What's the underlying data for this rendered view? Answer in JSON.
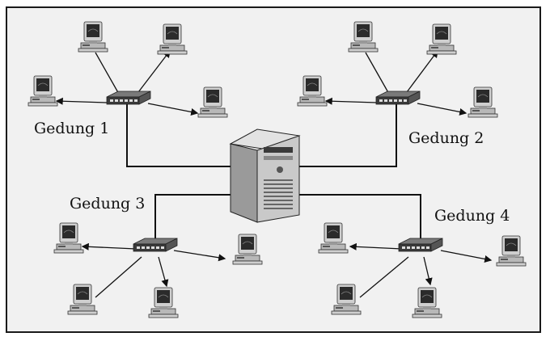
{
  "labels": {
    "building_1": "Gedung 1",
    "building_2": "Gedung 2",
    "building_3": "Gedung 3",
    "building_4": "Gedung 4"
  },
  "colors": {
    "line": "#111111",
    "device_body": "#c9c9c9",
    "device_dark": "#3a3a3a",
    "screen": "#2b2b2b"
  },
  "icons": [
    "server-icon",
    "switch-icon",
    "computer-icon"
  ]
}
